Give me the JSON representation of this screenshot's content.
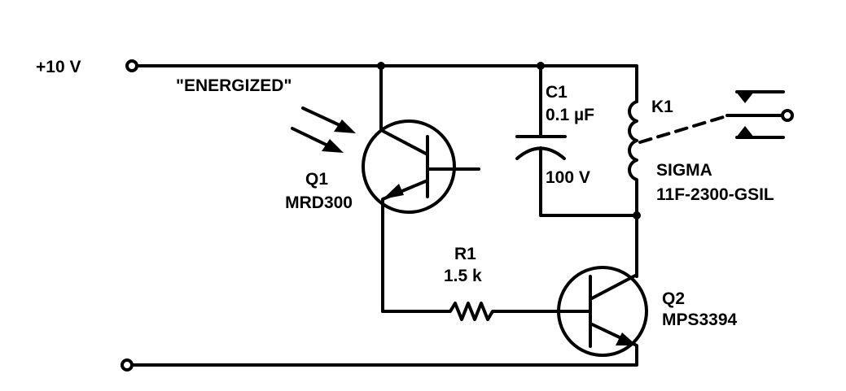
{
  "terminals": {
    "supply": "+10 V"
  },
  "q1": {
    "label": "Q1",
    "part": "MRD300",
    "annotation": "\"ENERGIZED\""
  },
  "c1": {
    "label": "C1",
    "value": "0.1 µF",
    "voltage": "100 V"
  },
  "k1": {
    "label": "K1",
    "maker": "SIGMA",
    "part": "11F-2300-GSIL"
  },
  "r1": {
    "label": "R1",
    "value": "1.5 k"
  },
  "q2": {
    "label": "Q2",
    "part": "MPS3394"
  },
  "colors": {
    "ink": "#000000",
    "background": "#ffffff"
  }
}
